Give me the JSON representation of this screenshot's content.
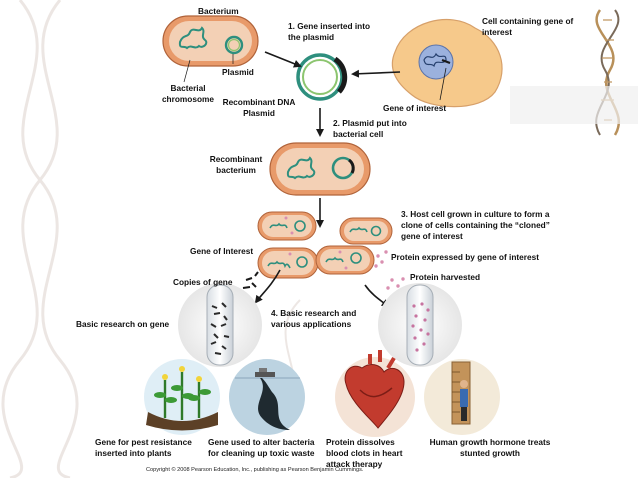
{
  "labels": {
    "bacterium": "Bacterium",
    "step1_line1": "1. Gene inserted into",
    "step1_line2": "the plasmid",
    "cell_gene_line1": "Cell containing gene of",
    "cell_gene_line2": "interest",
    "plasmid": "Plasmid",
    "bact_chrom_line1": "Bacterial",
    "bact_chrom_line2": "chromosome",
    "recomb_dna_line1": "Recombinant DNA",
    "recomb_dna_line2": "Plasmid",
    "gene_of_interest_top": "Gene of interest",
    "step2_line1": "2. Plasmid put into",
    "step2_line2": "bacterial cell",
    "recomb_bact_line1": "Recombinant",
    "recomb_bact_line2": "bacterium",
    "step3_line1": "3. Host cell grown in culture to form a",
    "step3_line2": "clone of cells containing the “cloned”",
    "step3_line3": "gene of interest",
    "gene_of_interest_mid": "Gene of Interest",
    "protein_expressed": "Protein expressed by gene of interest",
    "copies_of_gene": "Copies of gene",
    "protein_harvested": "Protein harvested",
    "step4_line1": "4. Basic research and",
    "step4_line2": "various applications",
    "basic_research": "Basic research on gene",
    "app1_line1": "Gene for pest resistance",
    "app1_line2": "inserted into plants",
    "app2_line1": "Gene used to alter bacteria",
    "app2_line2": "for cleaning up toxic waste",
    "app3_line1": "Protein dissolves",
    "app3_line2": "blood clots in heart",
    "app3_line3": "attack therapy",
    "app4_line1": "Human growth hormone treats",
    "app4_line2": "stunted growth"
  },
  "copyright": "Copyright © 2008 Pearson Education, Inc., publishing as Pearson Benjamin Cummings.",
  "colors": {
    "bacterium_fill": "#e89a6a",
    "bacterium_inner": "#f3d0b5",
    "dna_green": "#2e8f7e",
    "plasmid_green": "#8cc56f",
    "cell_fill": "#f6c98b",
    "nucleus_fill": "#9bb1dd",
    "protein_pink": "#d98fb0",
    "arrow": "#1a1a1a"
  }
}
